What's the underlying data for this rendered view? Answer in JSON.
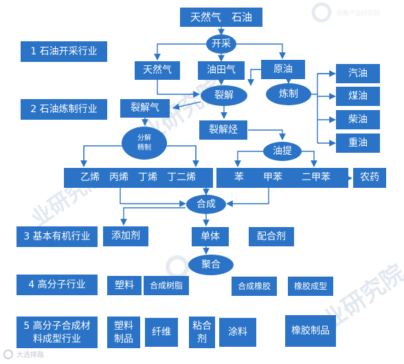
{
  "industries": {
    "mining": "1 石油开采行业",
    "refining": "2 石油炼制行业",
    "basic_organic": "3 基本有机行业",
    "polymer": "4 高分子行业",
    "molding_line1": "5 高分子合成材",
    "molding_line2": "料成型行业"
  },
  "nodes": {
    "top_sources": "天然气　石油",
    "extraction": "开采",
    "natural_gas": "天然气",
    "oilfield_gas": "油田气",
    "crude_oil": "原油",
    "cracking": "裂解",
    "refining": "炼制",
    "gasoline": "汽油",
    "kerosene": "煤油",
    "diesel": "柴油",
    "heavy_oil": "重油",
    "cracked_gas": "裂解气",
    "cracked_hydrocarbon": "裂解烃",
    "separation_line1": "分解",
    "separation_line2": "精制",
    "extraction_oil": "油提",
    "olefins": "乙烯　丙烯　丁烯　丁二烯",
    "aromatics": "苯　　甲苯　　二甲苯",
    "pesticide": "农药",
    "synthesis": "合成",
    "additive": "添加剂",
    "monomer": "单体",
    "compounding_agent": "配合剂",
    "polymerization": "聚合",
    "plastics": "塑料",
    "synthetic_resin": "合成树脂",
    "synthetic_rubber": "合成橡胶",
    "rubber_molding": "橡胶成型",
    "plastic_products_line1": "塑料",
    "plastic_products_line2": "制品",
    "fiber": "纤维",
    "adhesive_line1": "粘合",
    "adhesive_line2": "剂",
    "coating": "涂料",
    "rubber_products": "橡胶制品"
  },
  "watermark": {
    "text": "业研究院",
    "logo_text": "前瞻产业研究院",
    "footer": "大选择路"
  },
  "colors": {
    "box_fill": "#2a73c7",
    "label_text": "#ffffff",
    "edge": "#2a73c7",
    "watermark": "#dfe6ee"
  }
}
